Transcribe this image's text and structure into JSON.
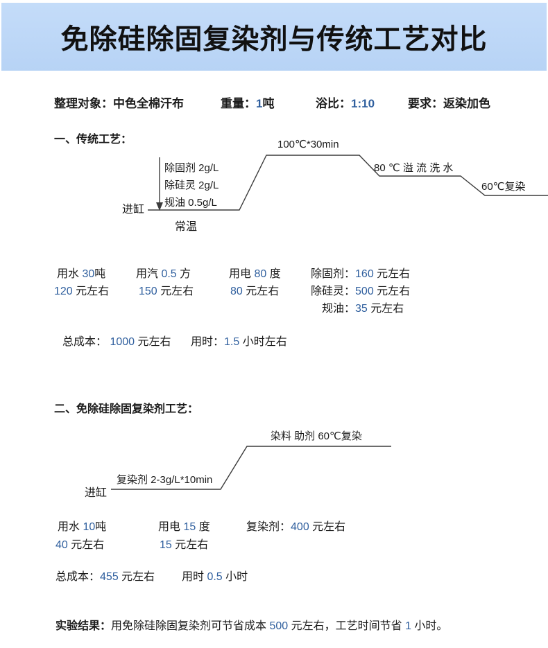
{
  "title": "免除硅除固复染剂与传统工艺对比",
  "info": {
    "items": [
      {
        "label": "整理对象：",
        "value": "中色全棉汗布"
      },
      {
        "label": "重量：",
        "value": "1吨"
      },
      {
        "label": "浴比：",
        "value": "1:10"
      },
      {
        "label": "要求：",
        "value": "返染加色"
      }
    ]
  },
  "section1": {
    "heading": "一、传统工艺：",
    "diagram": {
      "start": "进缸",
      "chemicals": [
        "除固剂 2g/L",
        "除硅灵 2g/L",
        "规油 0.5g/L"
      ],
      "base_temp": "常温",
      "peak": "100℃*30min",
      "wash": "80 ℃ 溢 流 洗 水",
      "redye": "60℃复染"
    },
    "costs": {
      "water_l1": "用水 30吨",
      "water_l2": "120 元左右",
      "steam_l1": "用汽 0.5 方",
      "steam_l2": "150 元左右",
      "power_l1": "用电 80 度",
      "power_l2": "80 元左右",
      "chem_1": "除固剂：160 元左右",
      "chem_2": "除硅灵：500 元左右",
      "chem_3": "规油：35 元左右",
      "total": "总成本：  1000 元左右",
      "time": "用时：1.5 小时左右"
    }
  },
  "section2": {
    "heading": "二、免除硅除固复染剂工艺：",
    "diagram": {
      "start": "进缸",
      "agent": "复染剂 2-3g/L*10min",
      "peak": "染料 助剂 60℃复染"
    },
    "costs": {
      "water_l1": "用水 10吨",
      "water_l2": "40 元左右",
      "power_l1": "用电 15 度",
      "power_l2": "15 元左右",
      "agent": "复染剂：400 元左右",
      "total": "总成本：455 元左右",
      "time": "用时 0.5 小时"
    }
  },
  "result": {
    "label": "实验结果：",
    "text": "用免除硅除固复染剂可节省成本 500 元左右，工艺时间节省 1 小时。"
  },
  "colors": {
    "header_bg": "#bdd7f7",
    "number_blue": "#2f5f9e",
    "text": "#1b1b1b",
    "line": "#3c3c3c"
  }
}
